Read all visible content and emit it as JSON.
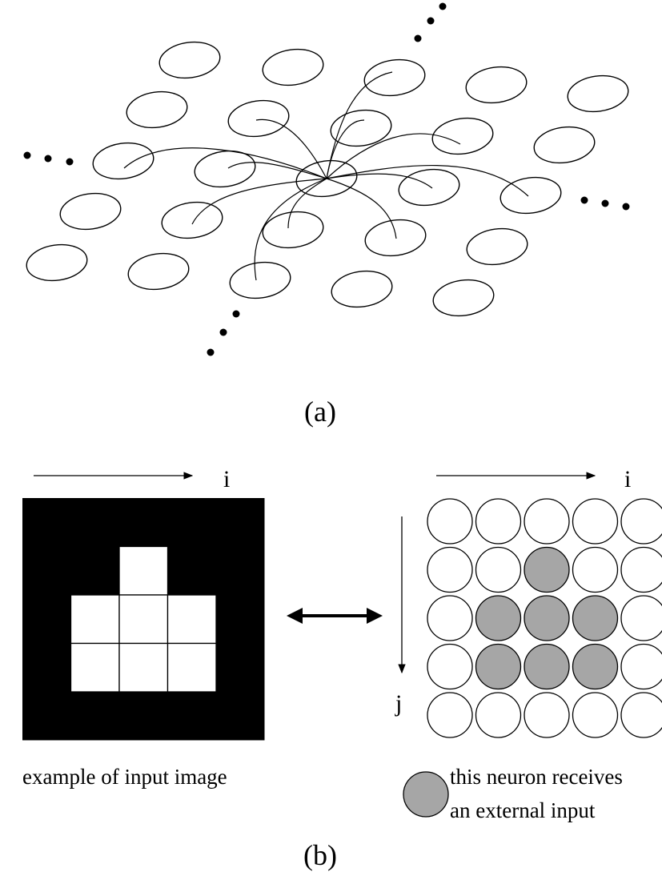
{
  "panel_a": {
    "label": "(a)",
    "colors": {
      "stroke": "#000000",
      "background": "#ffffff"
    }
  },
  "panel_b": {
    "label": "(b)",
    "axis_i_left": "i",
    "axis_i_right": "i",
    "axis_j": "j",
    "input_image_caption": "example of input image",
    "legend_line1": "this neuron receives",
    "legend_line2": "an external input",
    "image_grid": {
      "rows": 5,
      "cols": 5,
      "cells": [
        [
          0,
          0,
          0,
          0,
          0
        ],
        [
          0,
          0,
          1,
          0,
          0
        ],
        [
          0,
          1,
          1,
          1,
          0
        ],
        [
          0,
          1,
          1,
          1,
          0
        ],
        [
          0,
          0,
          0,
          0,
          0
        ]
      ]
    },
    "neuron_grid": {
      "rows": 5,
      "cols": 5,
      "active": [
        [
          0,
          0,
          0,
          0,
          0
        ],
        [
          0,
          0,
          1,
          0,
          0
        ],
        [
          0,
          1,
          1,
          1,
          0
        ],
        [
          0,
          1,
          1,
          1,
          0
        ],
        [
          0,
          0,
          0,
          0,
          0
        ]
      ]
    },
    "colors": {
      "active_fill": "#a6a6a6",
      "inactive_fill": "#ffffff",
      "image_bg": "#000000",
      "image_on": "#ffffff"
    }
  }
}
